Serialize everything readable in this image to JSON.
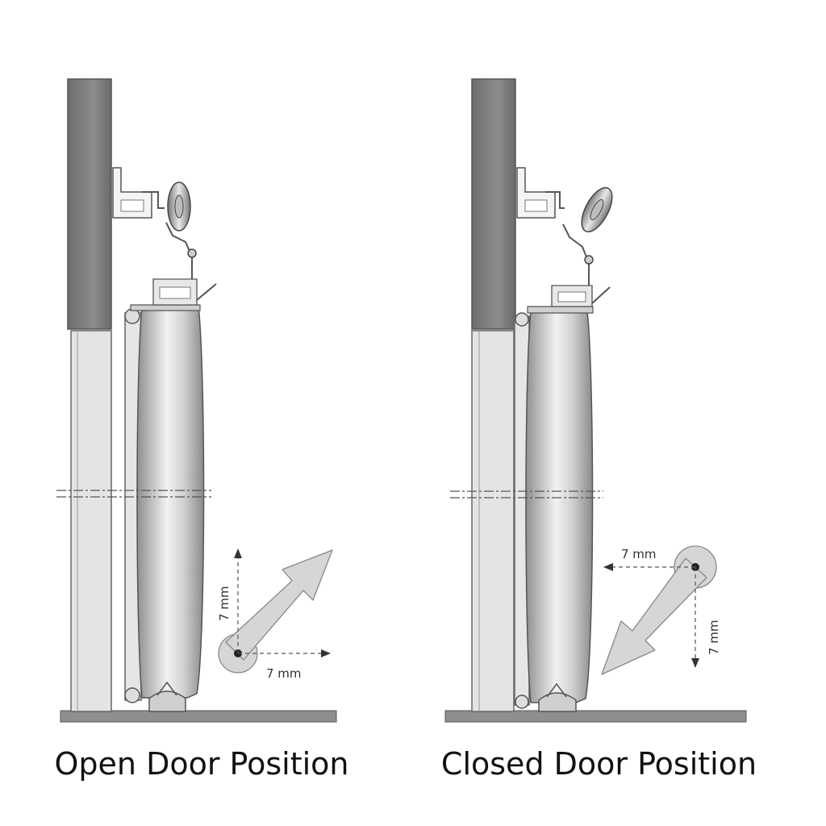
{
  "panels": {
    "open": {
      "caption": "Open Door Position",
      "dim_vertical": "7 mm",
      "dim_horizontal": "7 mm"
    },
    "closed": {
      "caption": "Closed Door Position",
      "dim_vertical": "7 mm",
      "dim_horizontal": "7 mm"
    }
  },
  "colors": {
    "frame_dark": "#7a7a7a",
    "frame_light": "#e2e2e2",
    "door_mid": "#a9a9a9",
    "door_light": "#eeeeee",
    "arrow_fill": "#d6d6d6",
    "floor": "#8e8e8e",
    "outline": "#555555"
  }
}
